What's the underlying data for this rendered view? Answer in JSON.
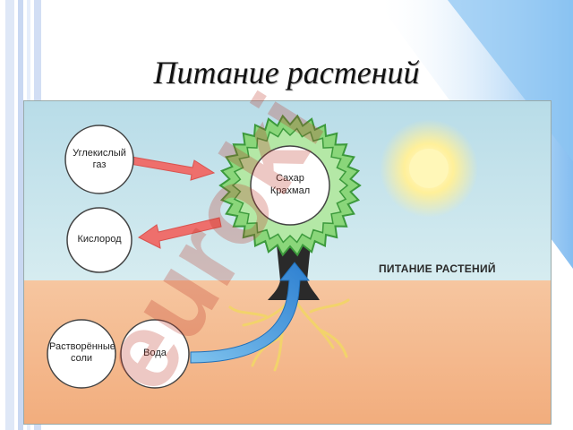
{
  "slide_title": "Питание растений",
  "diagram": {
    "heading": "ПИТАНИЕ РАСТЕНИЙ",
    "nodes": {
      "carbon_dioxide": "Углекислый газ",
      "oxygen": "Кислород",
      "sugar": "Сахар",
      "starch": "Крахмал",
      "dissolved_salts": "Растворённые соли",
      "water": "Вода"
    }
  },
  "watermark": "euroki",
  "colors": {
    "sky": "#bfe1ea",
    "soil": "#f4b98f",
    "crown": "#7fd06a",
    "arrow_red": "#ee6f6c",
    "arrow_blue": "#2d8ed6",
    "watermark": "#c0392b"
  }
}
